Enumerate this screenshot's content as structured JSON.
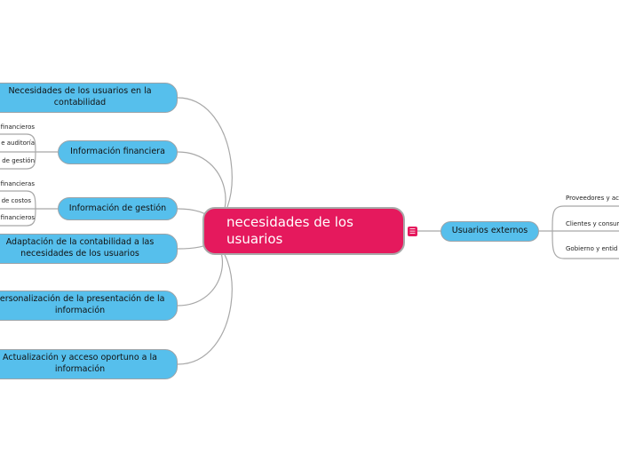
{
  "central": {
    "title": "necesidades de los usuarios"
  },
  "left_nodes": [
    {
      "label": "Necesidades de los usuarios en la contabilidad"
    },
    {
      "label": "Información financiera",
      "children": [
        "financieros",
        "e auditoría",
        "de gestión"
      ]
    },
    {
      "label": "Información de gestión",
      "children": [
        "financieras",
        "de costos",
        "financieros"
      ]
    },
    {
      "label": "Adaptación de la contabilidad a las necesidades de los usuarios"
    },
    {
      "label": "Personalización de la presentación de la información"
    },
    {
      "label": "Actualización y acceso oportuno a la información"
    }
  ],
  "right_node": {
    "label": "Usuarios externos",
    "children": [
      "Proveedores y ac",
      "Clientes y consum",
      "Gobierno y entid"
    ]
  },
  "colors": {
    "central": "#e5195d",
    "node": "#56bfec"
  }
}
